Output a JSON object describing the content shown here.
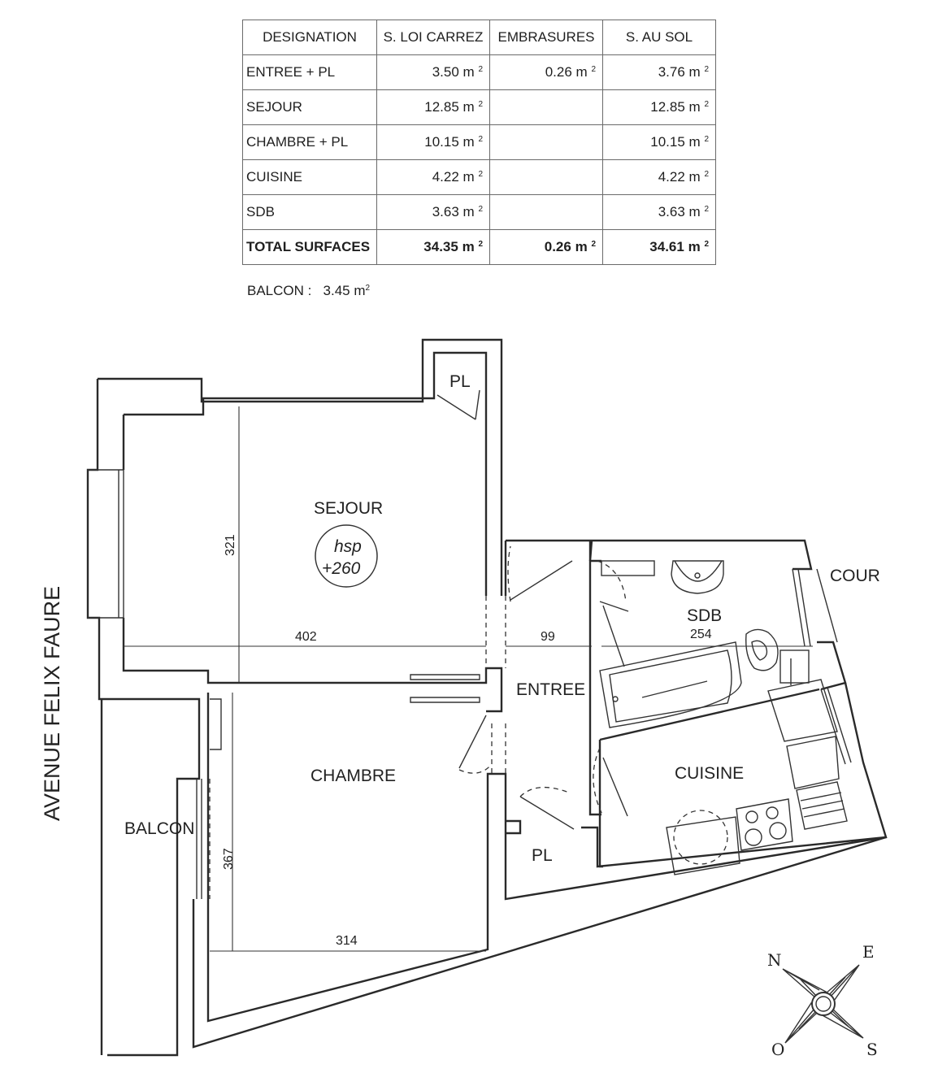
{
  "table": {
    "headers": [
      "DESIGNATION",
      "S. LOI CARREZ",
      "EMBRASURES",
      "S. AU SOL"
    ],
    "unit_suffix": "m",
    "unit_exp": "2",
    "rows": [
      {
        "designation": "ENTREE + PL",
        "loi_carrez": "3.50",
        "embrasures": "0.26",
        "au_sol": "3.76"
      },
      {
        "designation": "SEJOUR",
        "loi_carrez": "12.85",
        "embrasures": "",
        "au_sol": "12.85"
      },
      {
        "designation": "CHAMBRE + PL",
        "loi_carrez": "10.15",
        "embrasures": "",
        "au_sol": "10.15"
      },
      {
        "designation": "CUISINE",
        "loi_carrez": "4.22",
        "embrasures": "",
        "au_sol": "4.22"
      },
      {
        "designation": "SDB",
        "loi_carrez": "3.63",
        "embrasures": "",
        "au_sol": "3.63"
      }
    ],
    "total": {
      "designation": "TOTAL SURFACES",
      "loi_carrez": "34.35",
      "embrasures": "0.26",
      "au_sol": "34.61"
    }
  },
  "balcon_note": {
    "label": "BALCON :",
    "value": "3.45"
  },
  "plan": {
    "street": "AVENUE FELIX FAURE",
    "rooms": {
      "sejour": "SEJOUR",
      "chambre": "CHAMBRE",
      "entree": "ENTREE",
      "sdb": "SDB",
      "cuisine": "CUISINE",
      "balcon": "BALCON",
      "pl_top": "PL",
      "pl_bottom": "PL",
      "cour": "COUR"
    },
    "hsp": {
      "label": "hsp",
      "value": "+260"
    },
    "dimensions": {
      "sejour_height": "321",
      "sejour_width": "402",
      "entree_width": "99",
      "sdb_width": "254",
      "chambre_height": "367",
      "chambre_width": "314"
    },
    "compass": {
      "n": "N",
      "e": "E",
      "s": "S",
      "o": "O"
    }
  }
}
